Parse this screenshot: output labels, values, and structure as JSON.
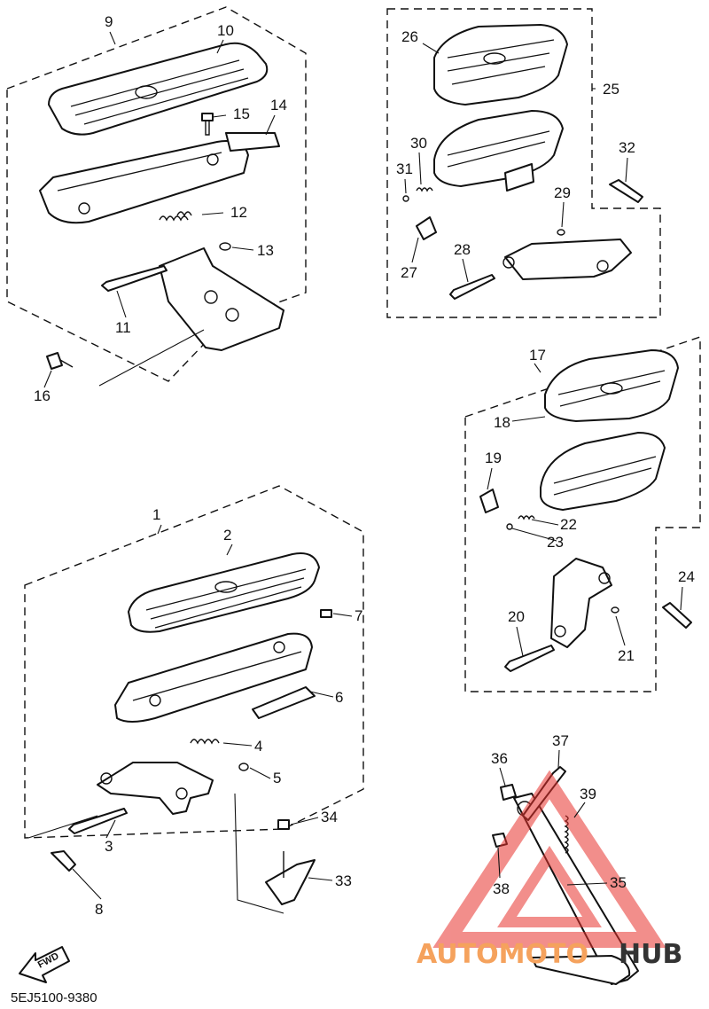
{
  "diagram": {
    "part_labels": [
      "1",
      "2",
      "3",
      "4",
      "5",
      "6",
      "7",
      "8",
      "9",
      "10",
      "11",
      "12",
      "13",
      "14",
      "15",
      "16",
      "17",
      "18",
      "19",
      "20",
      "21",
      "22",
      "23",
      "24",
      "25",
      "26",
      "27",
      "28",
      "29",
      "30",
      "31",
      "32",
      "33",
      "34",
      "35",
      "36",
      "37",
      "38",
      "39"
    ],
    "diagram_code": "5EJ5100-9380",
    "fwd_label": "FWD",
    "watermark": {
      "text_part1": "AUTOMOTO",
      "text_part2": "HUB",
      "color_part1": "#f5a25d",
      "color_part2": "#333333",
      "triangle_color": "#e8322d"
    }
  }
}
